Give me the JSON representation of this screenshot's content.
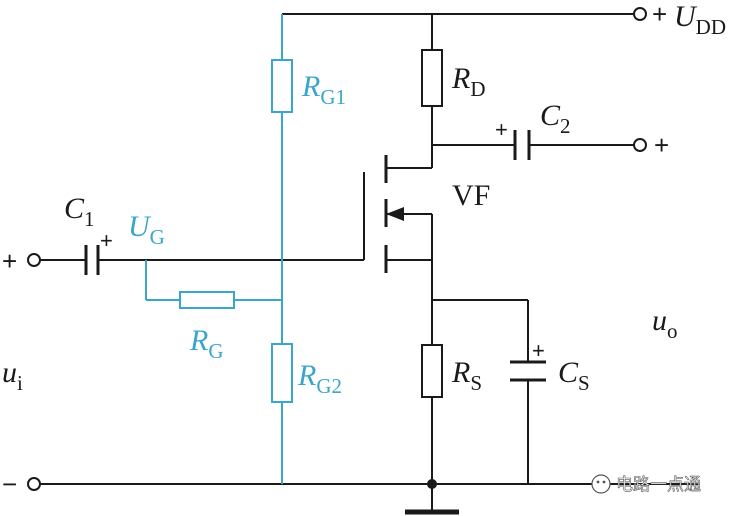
{
  "labels": {
    "vdd": {
      "sign": "+",
      "main": "U",
      "sub": "DD"
    },
    "rg1": {
      "main": "R",
      "sub": "G1"
    },
    "rd": {
      "main": "R",
      "sub": "D"
    },
    "c2": {
      "main": "C",
      "sub": "2",
      "plus": "+"
    },
    "out_plus": "+",
    "vf": "VF",
    "c1": {
      "main": "C",
      "sub": "1",
      "plus": "+"
    },
    "ug": {
      "main": "U",
      "sub": "G"
    },
    "in_plus": "+",
    "rg": {
      "main": "R",
      "sub": "G"
    },
    "uo": {
      "main": "u",
      "sub": "o"
    },
    "ui": {
      "main": "u",
      "sub": "i"
    },
    "rg2": {
      "main": "R",
      "sub": "G2"
    },
    "rs": {
      "main": "R",
      "sub": "S"
    },
    "cs": {
      "main": "C",
      "sub": "S",
      "plus": "+"
    },
    "in_minus": "−",
    "watermark": "电路一点通"
  },
  "colors": {
    "wire": "#1a1a1a",
    "bias_network": "#3aa6c9",
    "background": "#ffffff"
  }
}
